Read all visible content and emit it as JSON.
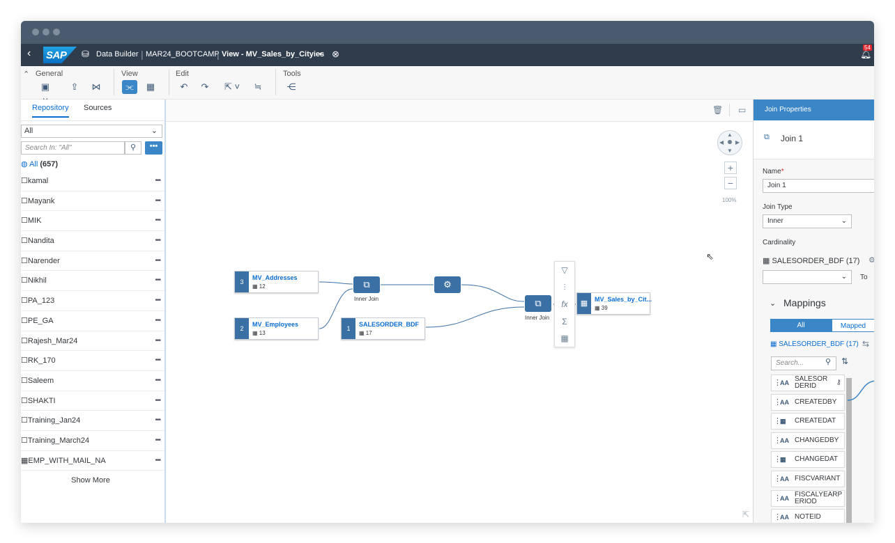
{
  "shell": {
    "back": "‹",
    "logo": "SAP",
    "app_name": "Data Builder",
    "space": "MAR24_BOOTCAMP",
    "view_title": "View - MV_Sales_by_Cityies",
    "unsaved_marker": "•",
    "notification_count": "54"
  },
  "toolbar": {
    "general": "General",
    "view": "View",
    "edit": "Edit",
    "tools": "Tools"
  },
  "left": {
    "tab_repository": "Repository",
    "tab_sources": "Sources",
    "filter_value": "All",
    "search_placeholder": "Search In: \"All\"",
    "all_label": "All",
    "all_count": "(657)",
    "items": [
      "kamal",
      "Mayank",
      "MIK",
      "Nandita",
      "Narender",
      "Nikhil",
      "PA_123",
      "PE_GA",
      "Rajesh_Mar24",
      "RK_170",
      "Saleem",
      "SHAKTI",
      "Training_Jan24",
      "Training_March24",
      "EMP_WITH_MAIL_NA"
    ],
    "show_more": "Show More"
  },
  "canvas": {
    "zoom": "100%",
    "nodes": {
      "addresses": {
        "badge": "3",
        "title": "MV_Addresses",
        "count": "12"
      },
      "employees": {
        "badge": "2",
        "title": "MV_Employees",
        "count": "13"
      },
      "salesorder": {
        "badge": "1",
        "title": "SALESORDER_BDF",
        "count": "17"
      },
      "output": {
        "title": "MV_Sales_by_Cit...",
        "count": "39"
      }
    },
    "join1_label": "Inner Join",
    "join2_label": "Inner Join"
  },
  "right": {
    "header": "Join Properties",
    "object_title": "Join 1",
    "name_label": "Name",
    "name_value": "Join 1",
    "join_type_label": "Join Type",
    "join_type_value": "Inner",
    "cardinality_label": "Cardinality",
    "cardinality_source": "SALESORDER_BDF (17)",
    "to_label": "To",
    "mappings_label": "Mappings",
    "seg_all": "All",
    "seg_mapped": "Mapped",
    "source_table": "SALESORDER_BDF (17)",
    "search_placeholder": "Search...",
    "fields": [
      {
        "icon": "AA",
        "line1": "SALESOR",
        "line2": "DERID"
      },
      {
        "icon": "AA",
        "line1": "CREATEDBY",
        "line2": ""
      },
      {
        "icon": "▦",
        "line1": "CREATEDAT",
        "line2": ""
      },
      {
        "icon": "AA",
        "line1": "CHANGEDBY",
        "line2": ""
      },
      {
        "icon": "▦",
        "line1": "CHANGEDAT",
        "line2": ""
      },
      {
        "icon": "AA",
        "line1": "FISCVARIANT",
        "line2": ""
      },
      {
        "icon": "AA",
        "line1": "FISCALYEARP",
        "line2": "ERIOD"
      },
      {
        "icon": "AA",
        "line1": "NOTEID",
        "line2": ""
      }
    ]
  }
}
